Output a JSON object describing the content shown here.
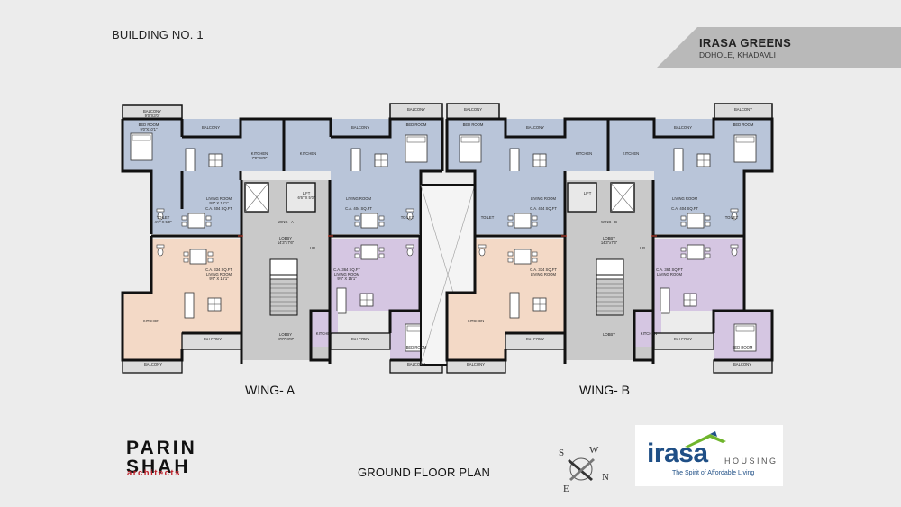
{
  "header": {
    "building_title": "BUILDING NO. 1",
    "project_name": "IRASA GREENS",
    "project_location": "DOHOLE, KHADAVLI"
  },
  "wings": {
    "a": "WING- A",
    "b": "WING- B"
  },
  "plan_title": "GROUND FLOOR PLAN",
  "architect": {
    "line1": "PARIN",
    "line2": "SHAH",
    "line3": "architects"
  },
  "developer": {
    "logo_word": "irasa",
    "logo_suffix": "HOUSING",
    "tagline": "The Spirit of Affordable Living"
  },
  "compass": {
    "n": "N",
    "s": "S",
    "e": "E",
    "w": "W"
  },
  "colors": {
    "blue_unit": "#b9c5d9",
    "peach_unit": "#f3d9c6",
    "purple_unit": "#d5c6e2",
    "core_grey": "#c9c9c9",
    "wall": "#111111",
    "logo_blue": "#1f4f86",
    "logo_green": "#6fb52c",
    "architect_red": "#c0202a"
  },
  "rooms": {
    "balcony": "BALCONY",
    "bedroom": "BED ROOM",
    "kitchen": "KITCHEN",
    "toilet": "TOILET",
    "living": "LIVING ROOM",
    "lift": "LIFT",
    "lobby": "LOBBY",
    "up": "UP",
    "dim_balcony": "9'0\"X3'0\"",
    "dim_bed": "9'0\"X10'1\"",
    "dim_kitchen": "7'0\"X8'0\"",
    "dim_toilet": "4'4\" X 5'0\"",
    "dim_living_blue": "9'6\" X 16'1\"",
    "ca_blue": "C.A. 404 SQ.FT",
    "ca_peach": "C.A. 334 SQ.FT",
    "dim_living_peach": "9'6\" X 16'1\"",
    "ca_purple": "C.A. 364 SQ.FT",
    "dim_living_purple": "9'6\" X 15'1\"",
    "dim_lift": "6'6\" X 5'0\"",
    "dim_lobby": "14'3\"x7'6\"",
    "dim_lobby2": "10'0\"x8'8\"",
    "wing_a": "WING - A",
    "wing_b": "WING - B"
  }
}
